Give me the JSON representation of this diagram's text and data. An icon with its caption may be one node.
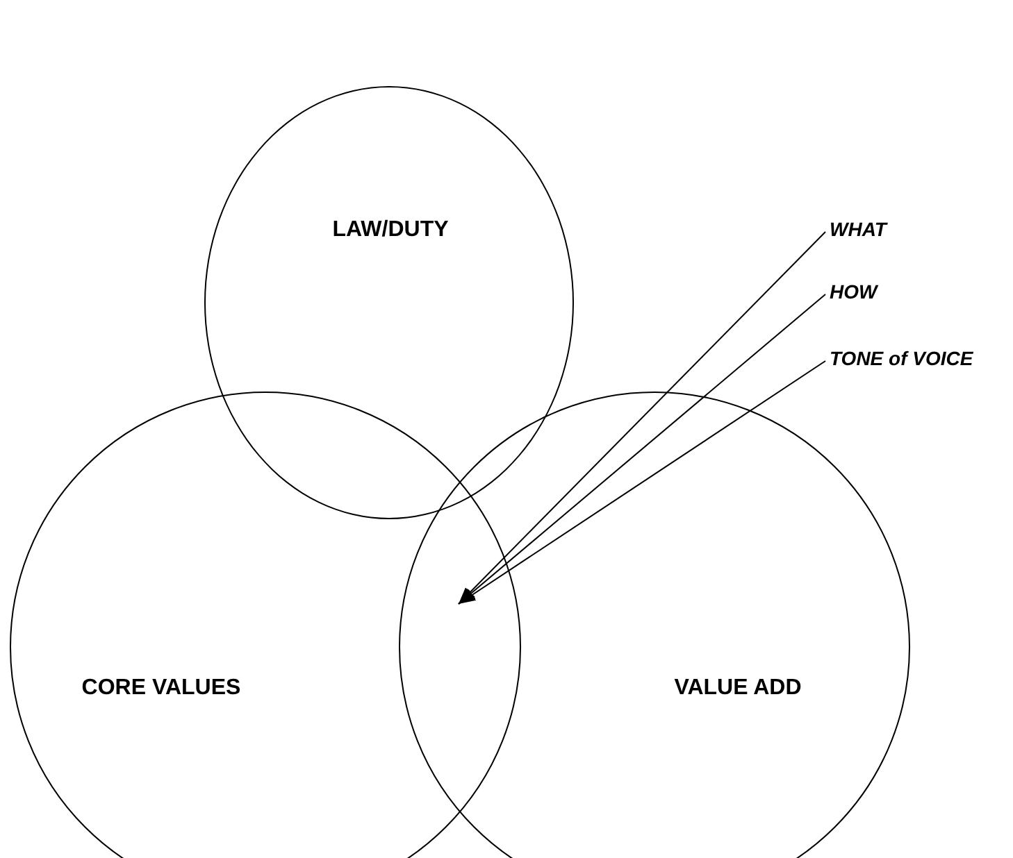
{
  "diagram": {
    "nodes": [
      {
        "text": [
          "LAW/DUTY"
        ]
      },
      {
        "text": [
          "CORE VALUES"
        ]
      },
      {
        "text": [
          "VALUE ADD"
        ]
      },
      {
        "text": [
          "WHAT"
        ]
      },
      {
        "text": [
          "HOW"
        ]
      },
      {
        "text": [
          "TONE of VOICE"
        ]
      }
    ],
    "edges": [
      {
        "from": 3,
        "to": 1,
        "arrow": "to"
      },
      {
        "from": 4,
        "to": 1,
        "arrow": "to"
      },
      {
        "from": 5,
        "to": 1,
        "arrow": "to"
      }
    ]
  }
}
